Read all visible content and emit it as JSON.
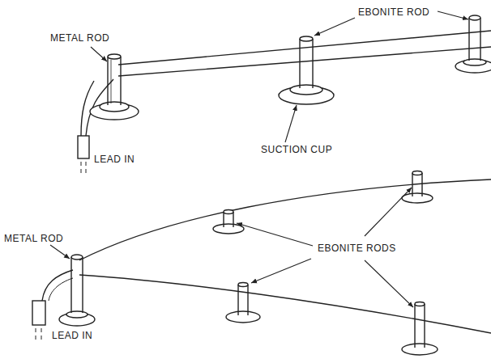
{
  "diagram": {
    "labels": [
      "METAL ROD",
      "EBONITE ROD",
      "SUCTION CUP",
      "LEAD IN",
      "METAL ROD",
      "EBONITE RODS",
      "LEAD IN"
    ]
  }
}
